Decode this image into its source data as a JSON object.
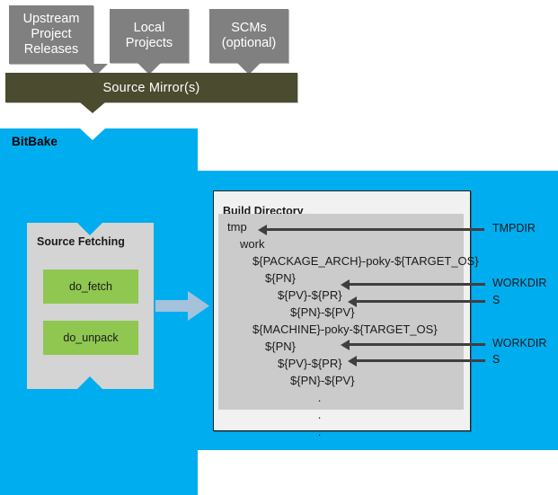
{
  "sources": {
    "boxes": [
      {
        "name": "upstream-project-releases",
        "label": "Upstream\nProject\nReleases"
      },
      {
        "name": "local-projects",
        "label": "Local\nProjects"
      },
      {
        "name": "scms-optional",
        "label": "SCMs\n(optional)"
      }
    ],
    "mirror_label": "Source Mirror(s)"
  },
  "bitbake": {
    "label": "BitBake",
    "fetching": {
      "title": "Source Fetching",
      "tasks": [
        {
          "name": "do-fetch",
          "label": "do_fetch"
        },
        {
          "name": "do-unpack",
          "label": "do_unpack"
        }
      ]
    }
  },
  "build_directory": {
    "title": "Build Directory",
    "tree": [
      {
        "indent": 0,
        "text": "tmp"
      },
      {
        "indent": 1,
        "text": "work"
      },
      {
        "indent": 2,
        "text": "${PACKAGE_ARCH}-poky-${TARGET_OS}"
      },
      {
        "indent": 3,
        "text": "${PN}"
      },
      {
        "indent": 4,
        "text": "${PV}-${PR}"
      },
      {
        "indent": 5,
        "text": "${PN}-${PV}"
      },
      {
        "indent": 2,
        "text": "${MACHINE}-poky-${TARGET_OS}"
      },
      {
        "indent": 3,
        "text": "${PN}"
      },
      {
        "indent": 4,
        "text": "${PV}-${PR}"
      },
      {
        "indent": 5,
        "text": "${PN}-${PV}"
      }
    ],
    "ellipsis": [
      ".",
      ".",
      "."
    ]
  },
  "annotations": {
    "tmpdir": "TMPDIR",
    "workdir_1": "WORKDIR",
    "s_1": "S",
    "workdir_2": "WORKDIR",
    "s_2": "S"
  },
  "colors": {
    "bitbake_blue": "#00adef",
    "source_box_gray": "#808080",
    "mirror_olive": "#4a4b2f",
    "task_green": "#8fc751",
    "panel_gray": "#d4d4d4",
    "tree_gray": "#cbcbcb",
    "flow_arrow_blue": "#a4c2db",
    "pointer_dark": "#3f3f3f"
  }
}
